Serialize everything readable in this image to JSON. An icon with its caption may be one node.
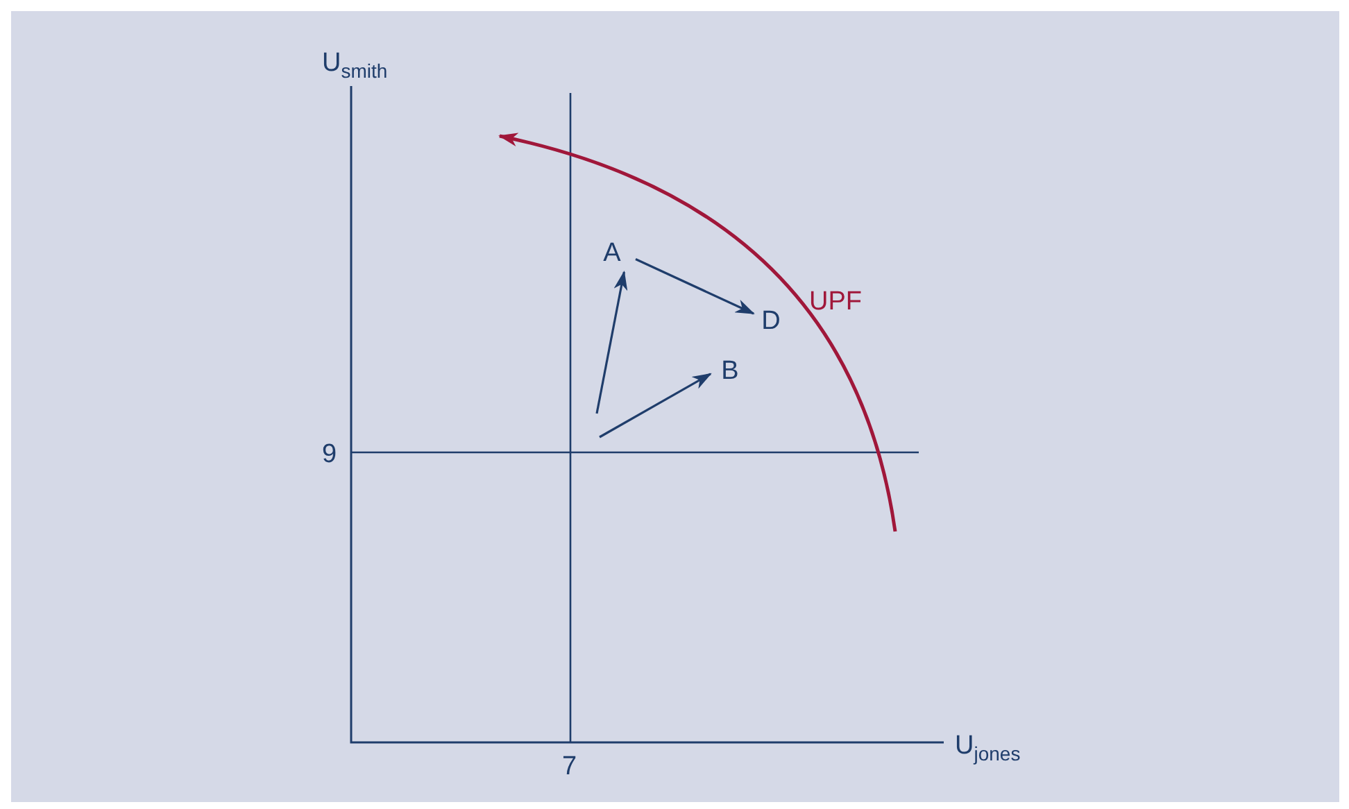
{
  "diagram": {
    "nodes": [
      {
        "text": [
          "A"
        ]
      },
      {
        "text": [
          "B"
        ]
      },
      {
        "text": [
          "D"
        ]
      }
    ],
    "edges": [
      {
        "from": null,
        "to": 0,
        "arrow": "to"
      },
      {
        "from": null,
        "to": 1,
        "arrow": "to"
      },
      {
        "from": 0,
        "to": 2,
        "arrow": "to"
      }
    ],
    "labels": [
      "U$_{smith}$",
      "9",
      "7",
      "U$_{jones}$",
      "UPF"
    ]
  }
}
